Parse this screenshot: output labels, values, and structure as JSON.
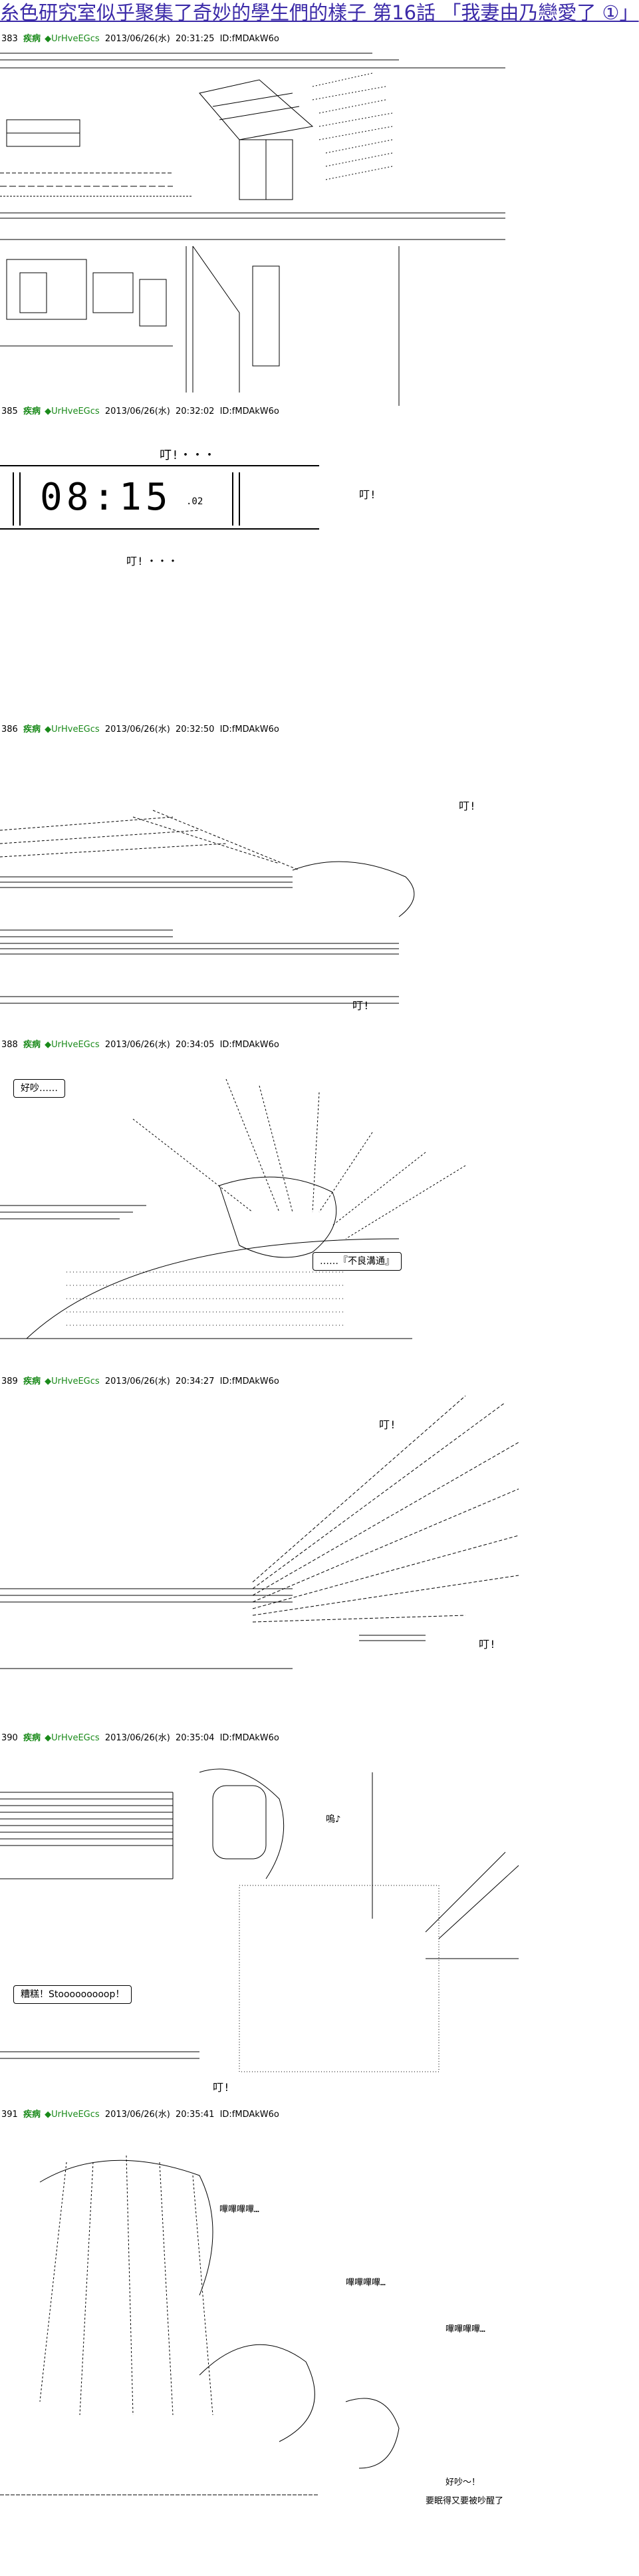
{
  "title": "糸色研究室似乎聚集了奇妙的學生們的樣子  第16話 「我妻由乃戀愛了 ①」",
  "posts": [
    {
      "num": "383",
      "name": "疾病",
      "trip": "◆UrHveEGcs",
      "date": "2013/06/26(水)",
      "time": "20:31:25",
      "id": "ID:fMDAkW6o"
    },
    {
      "num": "385",
      "name": "疾病",
      "trip": "◆UrHveEGcs",
      "date": "2013/06/26(水)",
      "time": "20:32:02",
      "id": "ID:fMDAkW6o"
    },
    {
      "num": "386",
      "name": "疾病",
      "trip": "◆UrHveEGcs",
      "date": "2013/06/26(水)",
      "time": "20:32:50",
      "id": "ID:fMDAkW6o"
    },
    {
      "num": "388",
      "name": "疾病",
      "trip": "◆UrHveEGcs",
      "date": "2013/06/26(水)",
      "time": "20:34:05",
      "id": "ID:fMDAkW6o"
    },
    {
      "num": "389",
      "name": "疾病",
      "trip": "◆UrHveEGcs",
      "date": "2013/06/26(水)",
      "time": "20:34:27",
      "id": "ID:fMDAkW6o"
    },
    {
      "num": "390",
      "name": "疾病",
      "trip": "◆UrHveEGcs",
      "date": "2013/06/26(水)",
      "time": "20:35:04",
      "id": "ID:fMDAkW6o"
    },
    {
      "num": "391",
      "name": "疾病",
      "trip": "◆UrHveEGcs",
      "date": "2013/06/26(水)",
      "time": "20:35:41",
      "id": "ID:fMDAkW6o"
    }
  ],
  "clock": {
    "digits": "08:15",
    "small": ".02"
  },
  "sfx": {
    "ring": "叮!",
    "dots": "・・・"
  },
  "bubbles": {
    "haohao": "好吵……",
    "bulianggou": "……『不良溝通』",
    "zaogao": "糟糕！Stooooooooop！",
    "ah": "嗚♪",
    "haoyang": "好吵～！",
    "fanwen": "要眠得又要被吵醒了",
    "gubu1": "嗶嗶嗶嗶…",
    "gubu2": "嗶嗶嗶嗶…",
    "gubu3": "嗶嗶嗶嗶…"
  }
}
